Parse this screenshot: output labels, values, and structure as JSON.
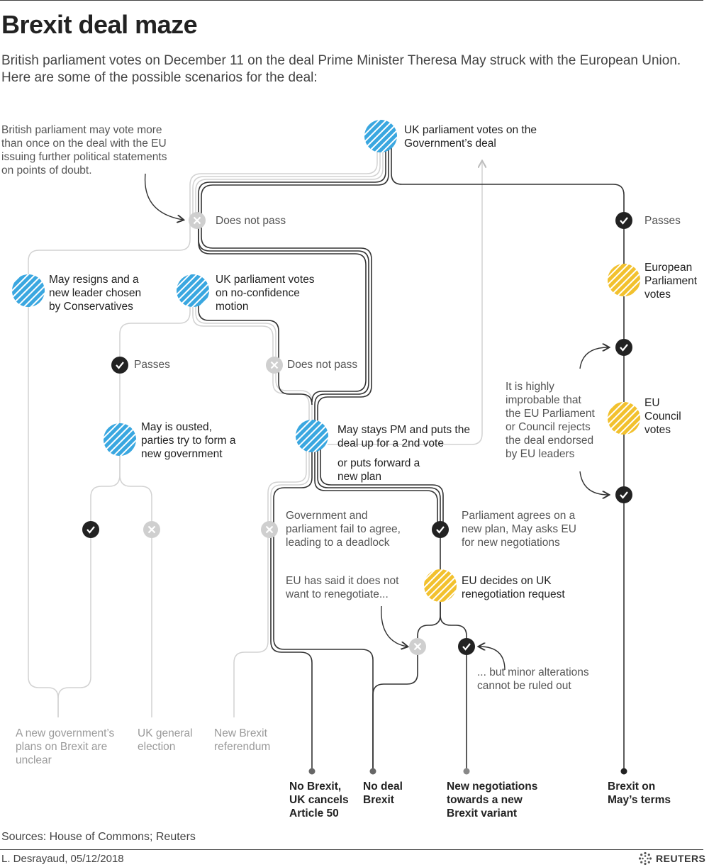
{
  "header": {
    "title": "Brexit deal maze",
    "subtitle": "British parliament votes on December 11 on the deal Prime Minister Theresa May struck with the European Union. Here are some of the possible scenarios for the deal:"
  },
  "nodes": {
    "uk_vote_deal": "UK parliament votes on the Government’s deal",
    "does_not_pass_1": "Does not pass",
    "passes_right": "Passes",
    "european_parliament": "European Parliament votes",
    "eu_council": "EU Council votes",
    "may_resigns": "May resigns and a new leader chosen by Conservatives",
    "no_confidence": "UK parliament votes on no-confidence motion",
    "passes_left": "Passes",
    "does_not_pass_2": "Does not pass",
    "may_ousted": "May is ousted, parties try to form a new government",
    "may_stays": "May stays PM and puts the deal up for a 2nd vote",
    "new_plan": "or puts forward a new plan",
    "deadlock": "Government and parliament fail to agree, leading to a deadlock",
    "agrees_new_plan": "Parliament agrees on a new plan, May asks EU for new negotiations",
    "eu_decides": "EU decides on UK renegotiation request"
  },
  "annotations": {
    "vote_more_than_once": "British parliament may vote more than once on the deal with the EU issuing further political statements on points of doubt.",
    "highly_improbable": "It is highly improbable that the EU Parliament or Council rejects the deal endorsed by EU leaders",
    "eu_not_renegotiate": "EU has said it does not want to renegotiate...",
    "minor_alterations": "... but minor alterations cannot be ruled out"
  },
  "outcomes": {
    "new_government": "A new government’s plans on Brexit are unclear",
    "general_election": "UK general election",
    "referendum": "New Brexit referendum",
    "no_brexit": "No Brexit, UK cancels Article 50",
    "no_deal": "No deal Brexit",
    "new_negotiations": "New negotiations towards a new Brexit variant",
    "mays_terms": "Brexit on May’s terms"
  },
  "footer": {
    "sources": "Sources: House of Commons; Reuters",
    "credit": "L. Desrayaud,  05/12/2018",
    "logo": "REUTERS"
  },
  "colors": {
    "blue": "#3aa7e0",
    "yellow": "#f2c12e",
    "dark": "#222222",
    "grey": "#cfcfcf",
    "text_grey": "#9a9a9a"
  }
}
